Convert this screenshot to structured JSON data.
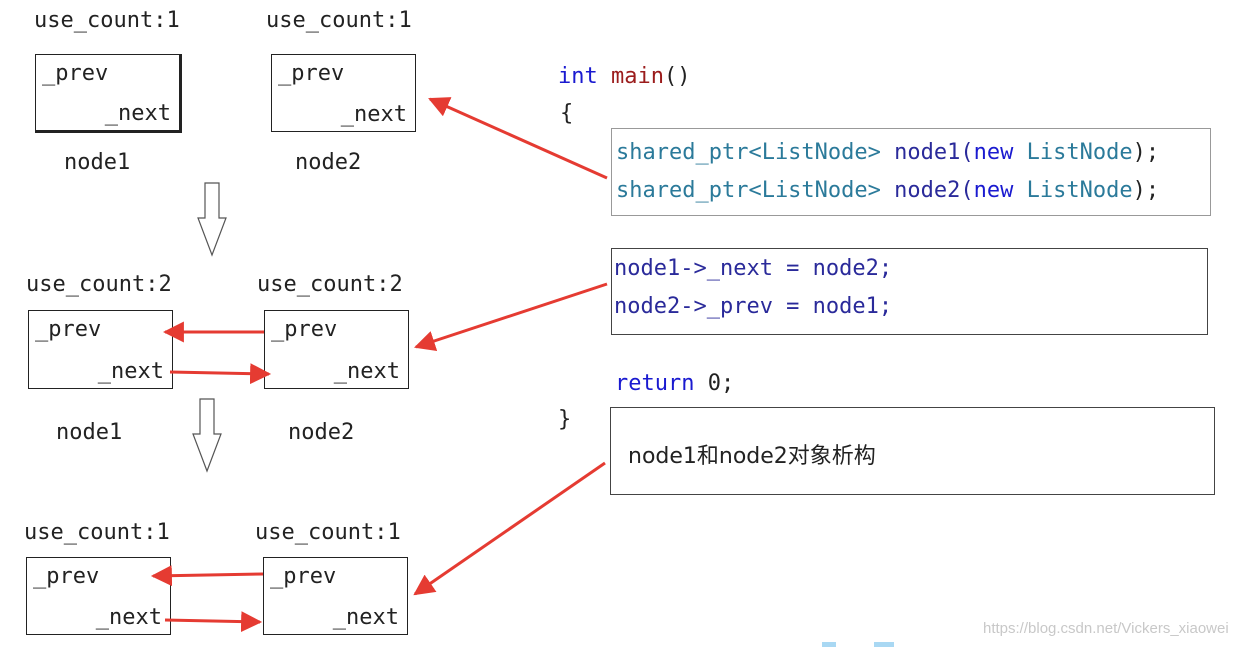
{
  "stages": [
    {
      "left": {
        "use_count": "use_count:1",
        "prev": "_prev",
        "next": "_next",
        "name": "node1"
      },
      "right": {
        "use_count": "use_count:1",
        "prev": "_prev",
        "next": "_next",
        "name": "node2"
      }
    },
    {
      "left": {
        "use_count": "use_count:2",
        "prev": "_prev",
        "next": "_next",
        "name": "node1"
      },
      "right": {
        "use_count": "use_count:2",
        "prev": "_prev",
        "next": "_next",
        "name": "node2"
      }
    },
    {
      "left": {
        "use_count": "use_count:1",
        "prev": "_prev",
        "next": "_next"
      },
      "right": {
        "use_count": "use_count:1",
        "prev": "_prev",
        "next": "_next"
      }
    }
  ],
  "code": {
    "sig_type": "int",
    "sig_name": "main",
    "sig_parens": "()",
    "open_brace": "{",
    "close_brace": "}",
    "line1": {
      "type": "shared_ptr<ListNode>",
      "var": "node1(",
      "kw": "new",
      "cls": "ListNode",
      "end": ");"
    },
    "line2": {
      "type": "shared_ptr<ListNode>",
      "var": "node2(",
      "kw": "new",
      "cls": "ListNode",
      "end": ");"
    },
    "assign1": "node1->_next = node2;",
    "assign2": "node2->_prev = node1;",
    "ret_kw": "return",
    "ret_val": " 0;",
    "destruct_note": "node1和node2对象析构"
  },
  "watermark": "https://blog.csdn.net/Vickers_xiaowei",
  "colors": {
    "arrow": "#e53b32",
    "keyword": "#1a1ad0",
    "function": "#9b1c1c",
    "type": "#2b7a9a"
  }
}
